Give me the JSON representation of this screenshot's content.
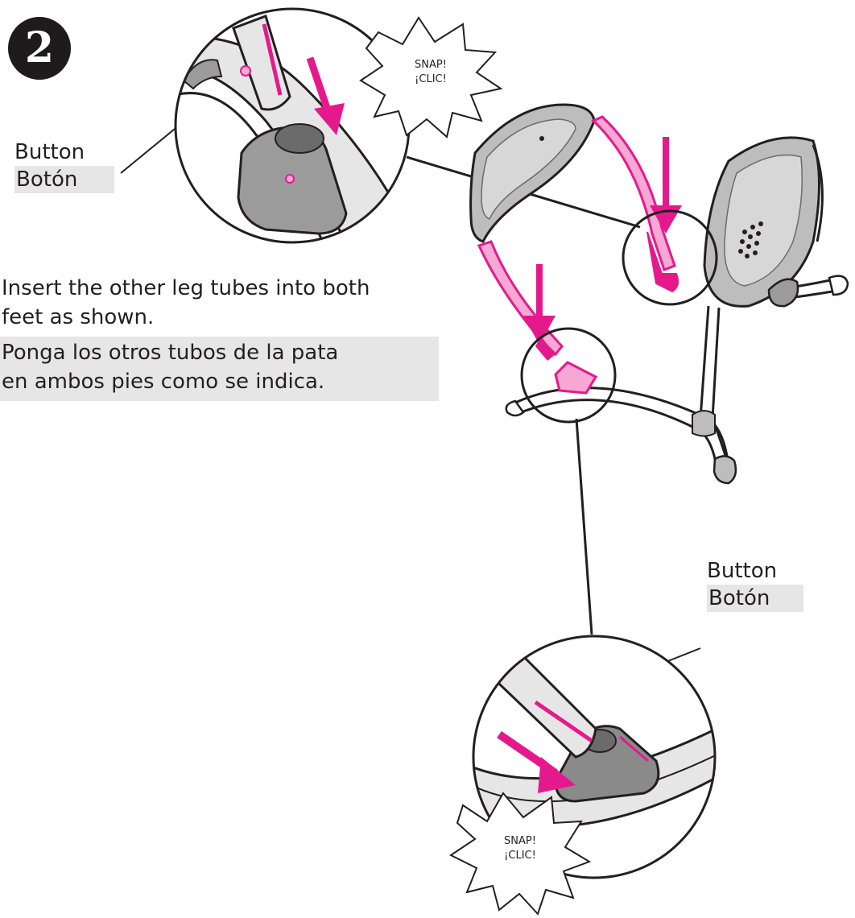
{
  "step": {
    "number": "2"
  },
  "callout_top": {
    "label_en": "Button",
    "label_es": "Botón"
  },
  "callout_bottom": {
    "label_en": "Button",
    "label_es": "Botón"
  },
  "snap_top": {
    "line1": "SNAP!",
    "line2": "¡CLIC!"
  },
  "snap_bottom": {
    "line1": "SNAP!",
    "line2": "¡CLIC!"
  },
  "instructions": {
    "en_line1": "Insert the other leg tubes into both",
    "en_line2": "feet as shown.",
    "es_line1": "Ponga los otros tubos de la pata",
    "es_line2": "en ambos pies como se indica."
  },
  "colors": {
    "accent": "#e6198c",
    "accent_light": "#f7a8d4",
    "ink": "#231f20",
    "gray_mid": "#bdbdbd",
    "gray_dark": "#808080",
    "highlight": "#e6e6e6"
  }
}
